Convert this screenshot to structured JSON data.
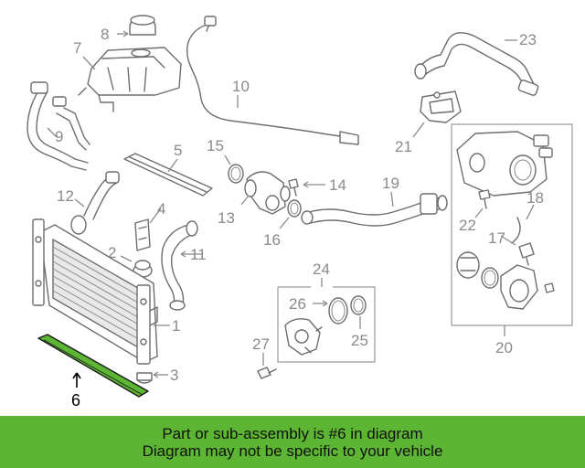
{
  "callouts": {
    "c1": "1",
    "c2": "2",
    "c3": "3",
    "c4": "4",
    "c5": "5",
    "c6": "6",
    "c7": "7",
    "c8": "8",
    "c9": "9",
    "c10": "10",
    "c11": "11",
    "c12": "12",
    "c13": "13",
    "c14": "14",
    "c15": "15",
    "c16": "16",
    "c17": "17",
    "c18": "18",
    "c19": "19",
    "c20": "20",
    "c21": "21",
    "c22": "22",
    "c23": "23",
    "c24": "24",
    "c25": "25",
    "c26": "26",
    "c27": "27"
  },
  "highlighted_part": "6",
  "colors": {
    "banner": "#5cb533",
    "highlight": "#5cb533",
    "callout_text": "#8a8a8a"
  },
  "banner": {
    "line1": "Part or sub-assembly is #6 in diagram",
    "line2": "Diagram may not be specific to your vehicle"
  }
}
